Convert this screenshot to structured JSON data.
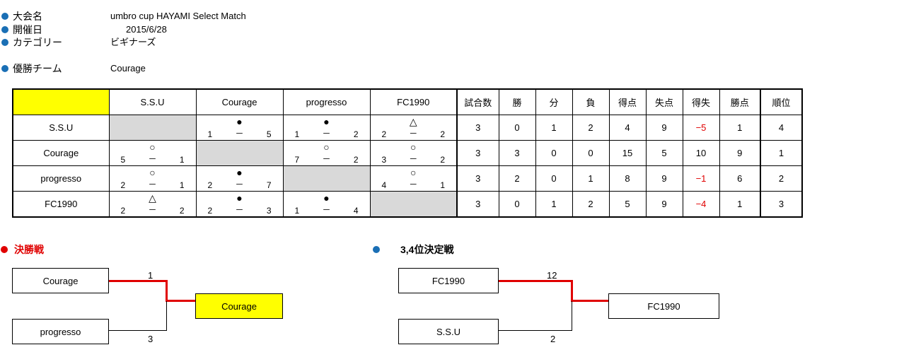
{
  "info": [
    {
      "label": "大会名",
      "value": "umbro cup  HAYAMI Select Match"
    },
    {
      "label": "開催日",
      "value": "2015/6/28"
    },
    {
      "label": "カテゴリー",
      "value": "ビギナーズ"
    },
    {
      "label": "優勝チーム",
      "value": "Courage"
    }
  ],
  "table": {
    "teams": [
      "S.S.U",
      "Courage",
      "progresso",
      "FC1990"
    ],
    "stat_headers": [
      "試合数",
      "勝",
      "分",
      "負",
      "得点",
      "失点",
      "得失",
      "勝点",
      "順位"
    ],
    "results": [
      [
        null,
        {
          "sym": "●",
          "a": "1",
          "b": "5"
        },
        {
          "sym": "●",
          "a": "1",
          "b": "2"
        },
        {
          "sym": "△",
          "a": "2",
          "b": "2"
        }
      ],
      [
        {
          "sym": "○",
          "a": "5",
          "b": "1"
        },
        null,
        {
          "sym": "○",
          "a": "7",
          "b": "2"
        },
        {
          "sym": "○",
          "a": "3",
          "b": "2"
        }
      ],
      [
        {
          "sym": "○",
          "a": "2",
          "b": "1"
        },
        {
          "sym": "●",
          "a": "2",
          "b": "7"
        },
        null,
        {
          "sym": "○",
          "a": "4",
          "b": "1"
        }
      ],
      [
        {
          "sym": "△",
          "a": "2",
          "b": "2"
        },
        {
          "sym": "●",
          "a": "2",
          "b": "3"
        },
        {
          "sym": "●",
          "a": "1",
          "b": "4"
        },
        null
      ]
    ],
    "dash": "－",
    "stats": [
      [
        "3",
        "0",
        "1",
        "2",
        "4",
        "9",
        "−5",
        "1",
        "4"
      ],
      [
        "3",
        "3",
        "0",
        "0",
        "15",
        "5",
        "10",
        "9",
        "1"
      ],
      [
        "3",
        "2",
        "0",
        "1",
        "8",
        "9",
        "−1",
        "6",
        "2"
      ],
      [
        "3",
        "0",
        "1",
        "2",
        "5",
        "9",
        "−4",
        "1",
        "3"
      ]
    ],
    "negative_color": "#e00000",
    "highlight_color": "#ffff00",
    "diag_color": "#d9d9d9"
  },
  "final": {
    "title": "決勝戦",
    "bullet_color": "#e00000",
    "top_team": "Courage",
    "top_score": "1",
    "bottom_team": "progresso",
    "bottom_score": "3",
    "winner": "Courage"
  },
  "third_place": {
    "title": "3,4位決定戦",
    "bullet_color": "#1a6fb5",
    "top_team": "FC1990",
    "top_score": "12",
    "bottom_team": "S.S.U",
    "bottom_score": "2",
    "winner": "FC1990"
  }
}
